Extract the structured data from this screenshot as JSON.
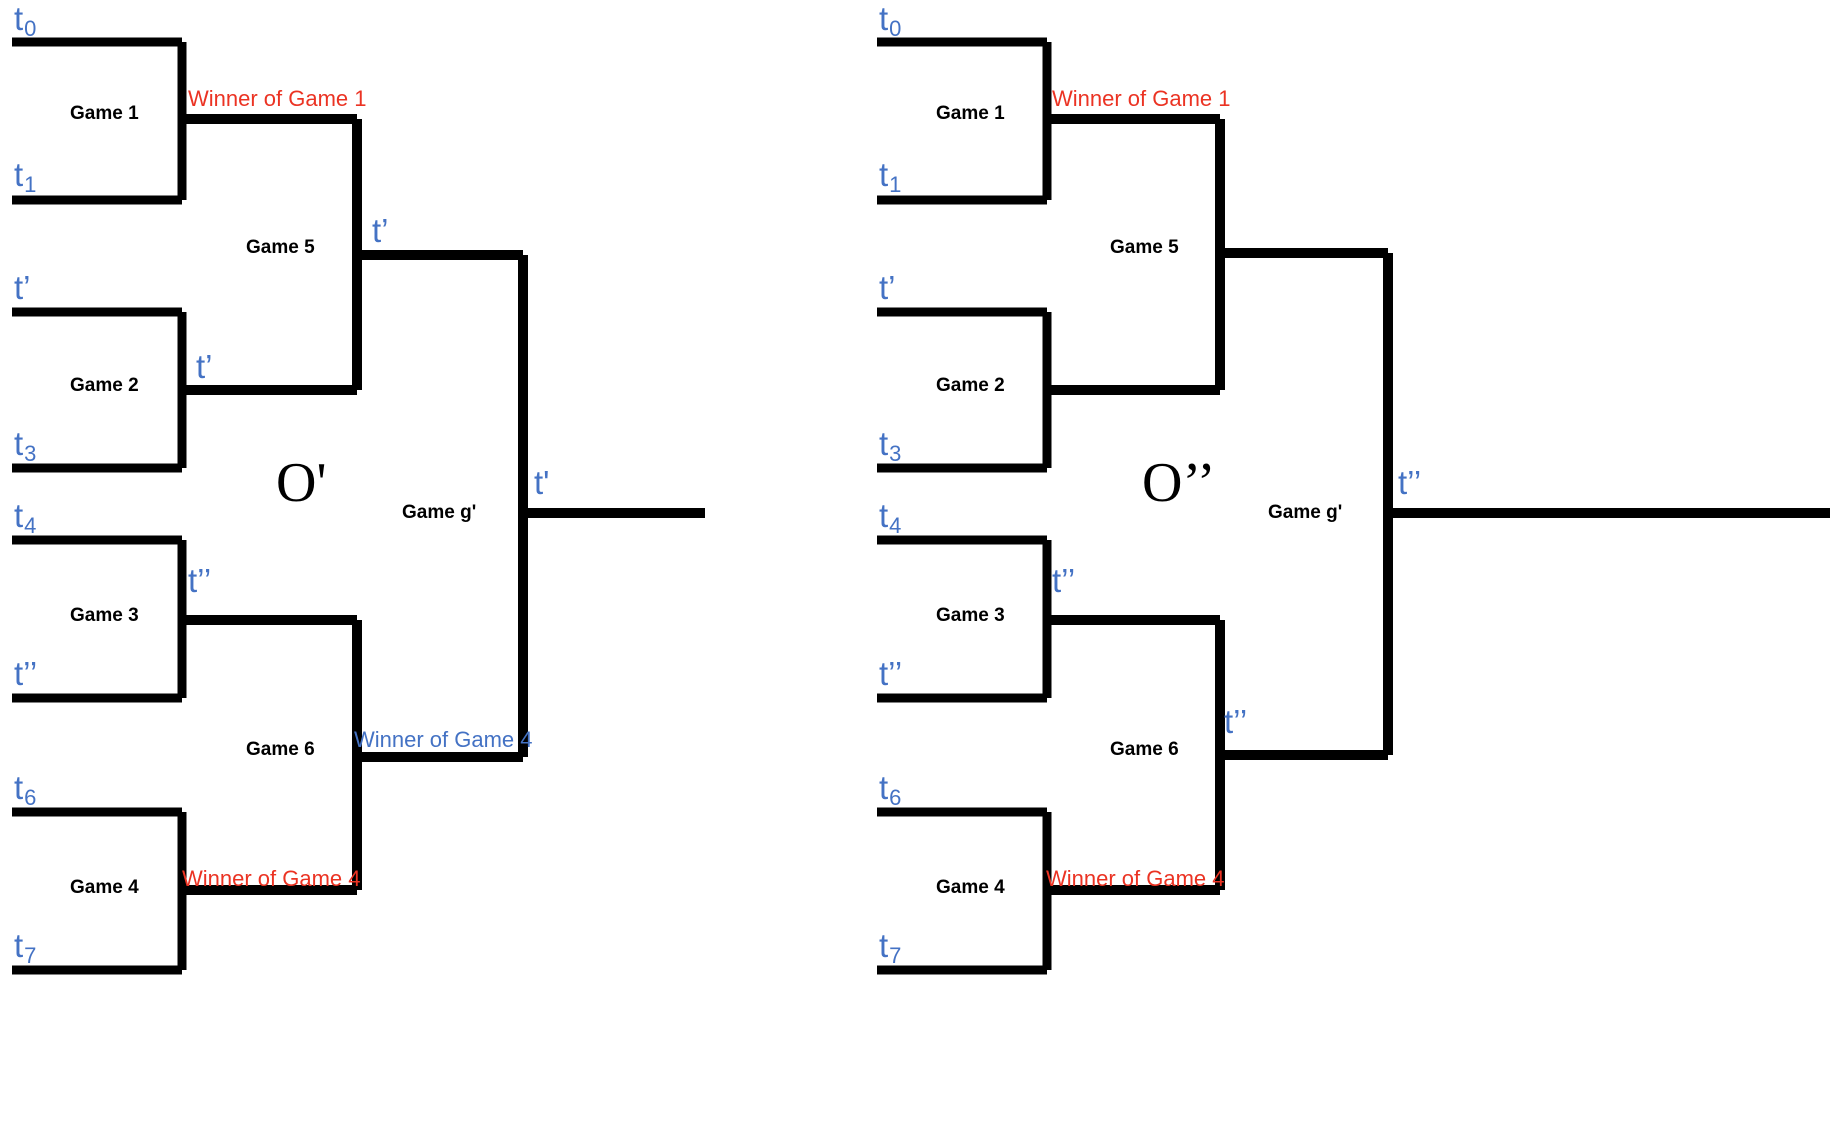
{
  "diagram": {
    "title": "Single-elimination tournament bracket pair",
    "colors": {
      "line": "#000000",
      "team_blue": "#4472c4",
      "winner_red": "#eb3323",
      "winner_blue": "#4472c4",
      "background": "#ffffff"
    }
  },
  "brackets": [
    {
      "id": "left",
      "name": "O'",
      "final_game_label": "Game g'",
      "champion_label": "t'",
      "slots": [
        {
          "key": "s0",
          "label": "t",
          "sub": "0"
        },
        {
          "key": "s1",
          "label": "t",
          "sub": "1"
        },
        {
          "key": "s2",
          "label": "t’",
          "sub": ""
        },
        {
          "key": "s3",
          "label": "t",
          "sub": "3"
        },
        {
          "key": "s4",
          "label": "t",
          "sub": "4"
        },
        {
          "key": "s5",
          "label": "t’’",
          "sub": ""
        },
        {
          "key": "s6",
          "label": "t",
          "sub": "6"
        },
        {
          "key": "s7",
          "label": "t",
          "sub": "7"
        }
      ],
      "games": [
        {
          "key": "g1",
          "label": "Game 1"
        },
        {
          "key": "g2",
          "label": "Game 2"
        },
        {
          "key": "g3",
          "label": "Game 3"
        },
        {
          "key": "g4",
          "label": "Game 4"
        },
        {
          "key": "g5",
          "label": "Game 5"
        },
        {
          "key": "g6",
          "label": "Game 6"
        }
      ],
      "edge_labels": [
        {
          "key": "w1",
          "text": "Winner of Game 1",
          "color": "red"
        },
        {
          "key": "w2",
          "text": "t’",
          "color": "blue"
        },
        {
          "key": "w3",
          "text": "t’’",
          "color": "blue"
        },
        {
          "key": "w4",
          "text": "Winner of Game 4",
          "color": "red"
        },
        {
          "key": "w5",
          "text": "t’",
          "color": "blue"
        },
        {
          "key": "w6",
          "text": "Winner of Game 4",
          "color": "blue"
        }
      ]
    },
    {
      "id": "right",
      "name": "O’’",
      "final_game_label": "Game g'",
      "champion_label": "t’’",
      "slots": [
        {
          "key": "s0",
          "label": "t",
          "sub": "0"
        },
        {
          "key": "s1",
          "label": "t",
          "sub": "1"
        },
        {
          "key": "s2",
          "label": "t’",
          "sub": ""
        },
        {
          "key": "s3",
          "label": "t",
          "sub": "3"
        },
        {
          "key": "s4",
          "label": "t",
          "sub": "4"
        },
        {
          "key": "s5",
          "label": "t’’",
          "sub": ""
        },
        {
          "key": "s6",
          "label": "t",
          "sub": "6"
        },
        {
          "key": "s7",
          "label": "t",
          "sub": "7"
        }
      ],
      "games": [
        {
          "key": "g1",
          "label": "Game 1"
        },
        {
          "key": "g2",
          "label": "Game 2"
        },
        {
          "key": "g3",
          "label": "Game 3"
        },
        {
          "key": "g4",
          "label": "Game 4"
        },
        {
          "key": "g5",
          "label": "Game 5"
        },
        {
          "key": "g6",
          "label": "Game 6"
        }
      ],
      "edge_labels": [
        {
          "key": "w1",
          "text": "Winner of Game 1",
          "color": "red"
        },
        {
          "key": "w3",
          "text": "t’’",
          "color": "blue"
        },
        {
          "key": "w4",
          "text": "Winner of Game 4",
          "color": "red"
        },
        {
          "key": "w6",
          "text": "t’’",
          "color": "blue"
        }
      ]
    }
  ]
}
